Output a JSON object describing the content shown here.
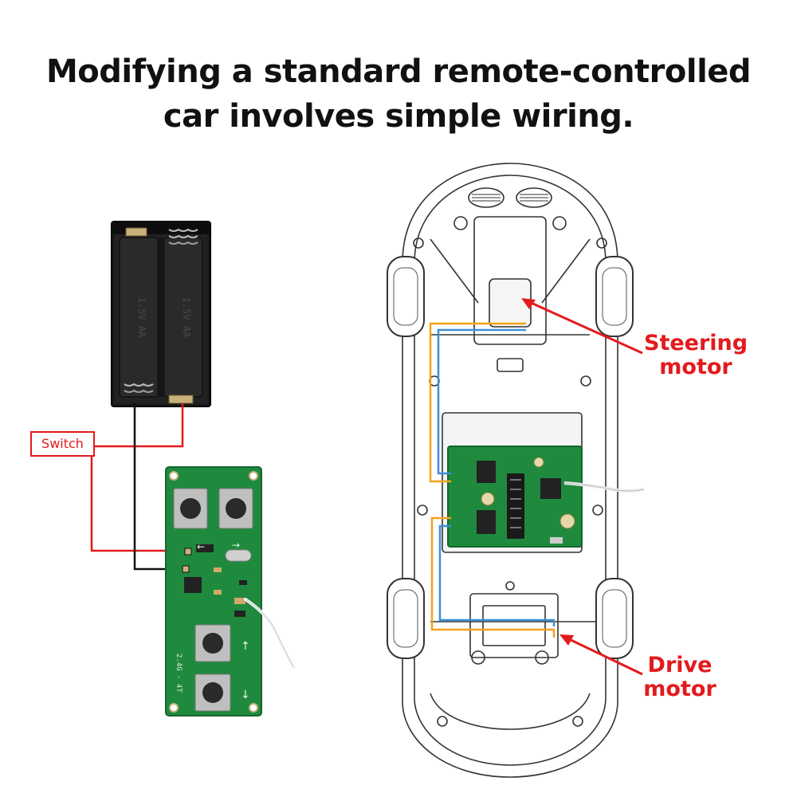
{
  "title": {
    "line1": "Modifying a standard remote-controlled",
    "line2": "car involves simple wiring."
  },
  "labels": {
    "switch": "Switch",
    "steering_line1": "Steering",
    "steering_line2": "motor",
    "drive_line1": "Drive",
    "drive_line2": "motor"
  },
  "battery_holder": {
    "cell_marking": "1.5V AA"
  },
  "remote_board": {
    "silkscreen": "2.4G - 4T"
  },
  "colors": {
    "accent_red": "#e31a1c",
    "pcb_green": "#1f8a3e",
    "wire_orange": "#f2a31b",
    "wire_blue": "#3b8fd9",
    "wire_black": "#111111"
  }
}
